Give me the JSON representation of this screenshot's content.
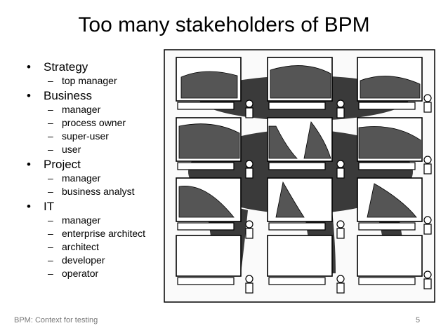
{
  "slide": {
    "title": "Too many stakeholders of BPM",
    "footer": "BPM: Context for testing",
    "page_number": "5"
  },
  "bullets": [
    {
      "label": "Strategy",
      "items": [
        "top manager"
      ]
    },
    {
      "label": "Business",
      "items": [
        "manager",
        "process owner",
        "super-user",
        "user"
      ]
    },
    {
      "label": "Project",
      "items": [
        "manager",
        "business analyst"
      ]
    },
    {
      "label": "IT",
      "items": [
        "manager",
        "enterprise architect",
        "architect",
        "developer",
        "operator"
      ]
    }
  ],
  "illustration": {
    "subject": "elephant seen through a grid of computer monitors with a small person at each keyboard"
  }
}
